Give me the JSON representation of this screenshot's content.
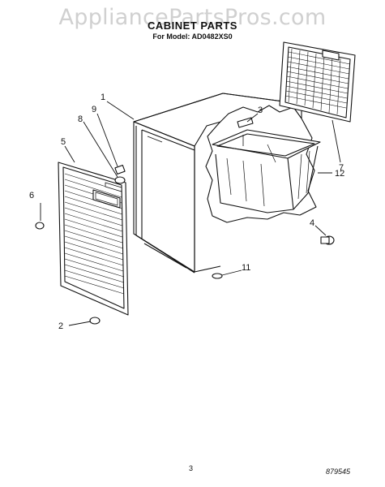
{
  "watermark": "AppliancePartsPros.com",
  "title": "CABINET PARTS",
  "subtitle": "For Model: AD0482XS0",
  "page_number": "3",
  "reference_code": "879545",
  "callouts": [
    {
      "id": "part-1",
      "label": "1"
    },
    {
      "id": "part-2",
      "label": "2"
    },
    {
      "id": "part-3",
      "label": "3"
    },
    {
      "id": "part-4",
      "label": "4"
    },
    {
      "id": "part-5",
      "label": "5"
    },
    {
      "id": "part-6",
      "label": "6"
    },
    {
      "id": "part-7",
      "label": "7"
    },
    {
      "id": "part-8",
      "label": "8"
    },
    {
      "id": "part-9",
      "label": "9"
    },
    {
      "id": "part-11",
      "label": "11"
    },
    {
      "id": "part-12",
      "label": "12"
    }
  ]
}
